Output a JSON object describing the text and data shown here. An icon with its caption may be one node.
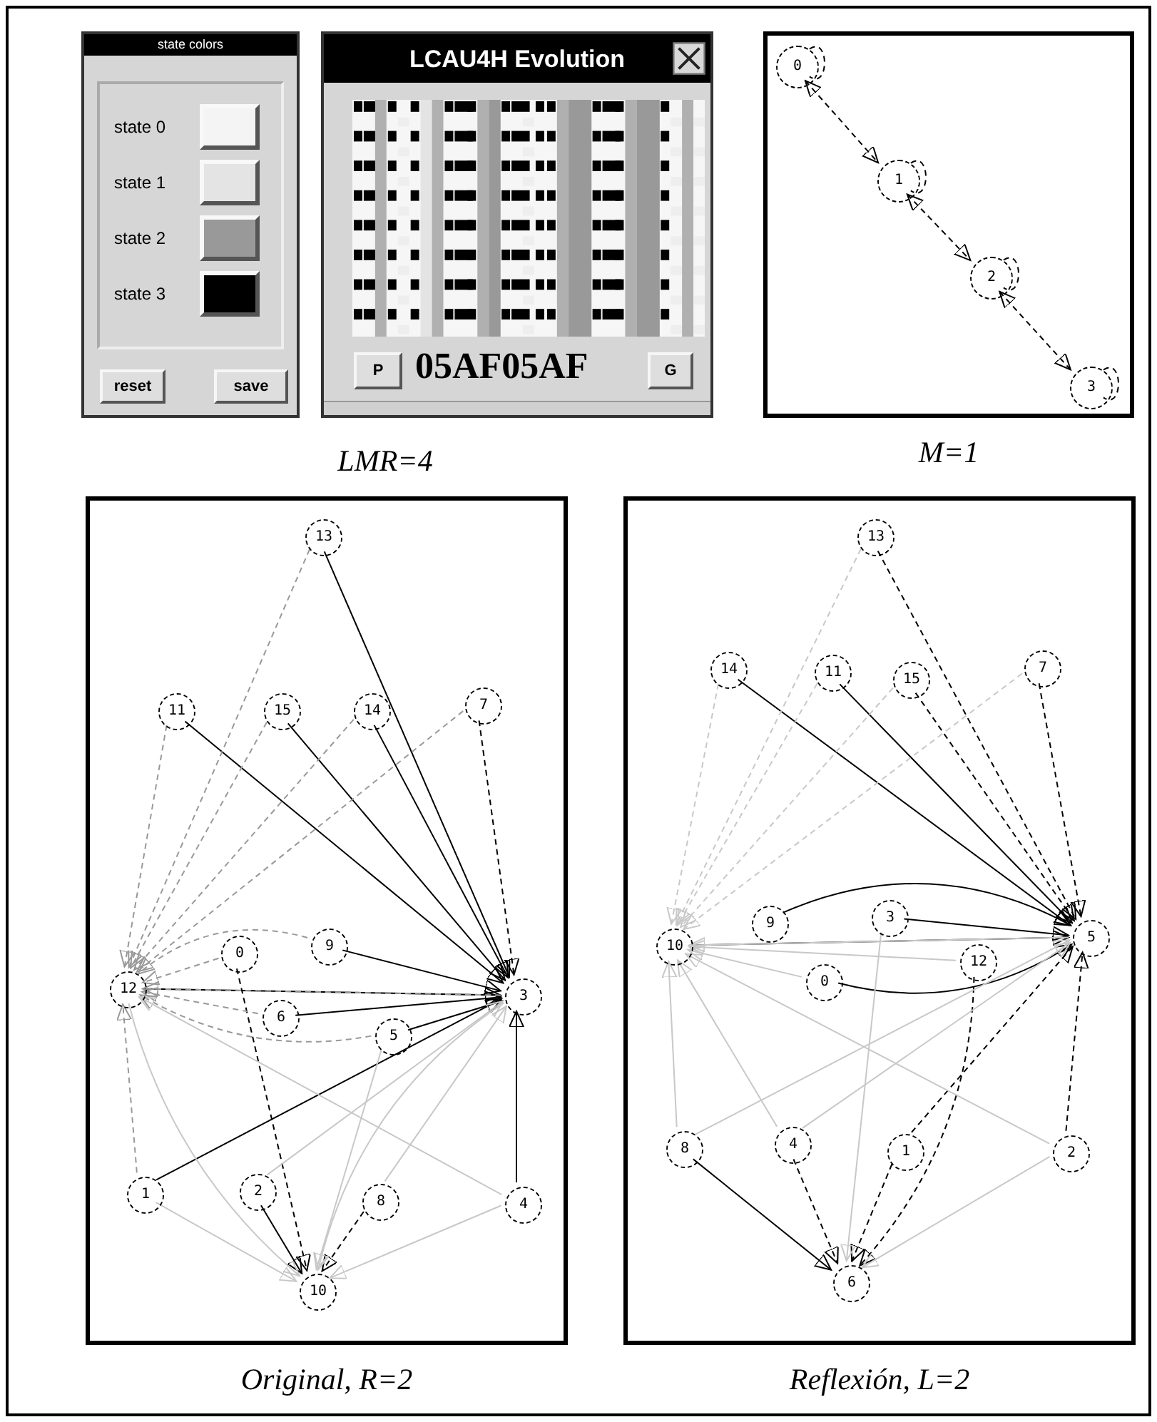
{
  "diagram": {
    "nodes": [
      {
        "text": [
          "state colors"
        ]
      },
      {
        "text": [
          "reset"
        ],
        "in": 0
      },
      {
        "text": [
          "save"
        ],
        "in": 0
      },
      {
        "text": [
          "LCAU4H Evolution"
        ]
      },
      {
        "text": [
          "P"
        ],
        "in": 3
      },
      {
        "text": [
          "G"
        ],
        "in": 3
      },
      {
        "text": [],
        "shape": "box",
        "beside": [
          "M=1"
        ]
      },
      {
        "text": [
          "0"
        ],
        "in": 6
      },
      {
        "text": [
          "1"
        ],
        "in": 6
      },
      {
        "text": [
          "2"
        ],
        "in": 6
      },
      {
        "text": [
          "3"
        ],
        "in": 6
      },
      {
        "text": [],
        "shape": "box",
        "beside": [
          "Original, R=2"
        ]
      },
      {
        "text": [
          "13"
        ],
        "in": 11
      },
      {
        "text": [
          "11"
        ],
        "in": 11
      },
      {
        "text": [
          "15"
        ],
        "in": 11
      },
      {
        "text": [
          "14"
        ],
        "in": 11
      },
      {
        "text": [
          "7"
        ],
        "in": 11
      },
      {
        "text": [
          "12"
        ],
        "in": 11
      },
      {
        "text": [
          "0"
        ],
        "in": 11
      },
      {
        "text": [
          "9"
        ],
        "in": 11
      },
      {
        "text": [
          "6"
        ],
        "in": 11
      },
      {
        "text": [
          "5"
        ],
        "in": 11
      },
      {
        "text": [
          "3"
        ],
        "in": 11
      },
      {
        "text": [
          "1"
        ],
        "in": 11
      },
      {
        "text": [
          "2"
        ],
        "in": 11
      },
      {
        "text": [
          "8"
        ],
        "in": 11
      },
      {
        "text": [
          "4"
        ],
        "in": 11
      },
      {
        "text": [
          "10"
        ],
        "in": 11
      },
      {
        "text": [],
        "shape": "box",
        "beside": [
          "Reflexión, L=2"
        ]
      },
      {
        "text": [
          "13"
        ],
        "in": 28
      },
      {
        "text": [
          "14"
        ],
        "in": 28
      },
      {
        "text": [
          "11"
        ],
        "in": 28
      },
      {
        "text": [
          "15"
        ],
        "in": 28
      },
      {
        "text": [
          "7"
        ],
        "in": 28
      },
      {
        "text": [
          "10"
        ],
        "in": 28
      },
      {
        "text": [
          "9"
        ],
        "in": 28
      },
      {
        "text": [
          "3"
        ],
        "in": 28
      },
      {
        "text": [
          "0"
        ],
        "in": 28
      },
      {
        "text": [
          "5"
        ],
        "in": 28
      },
      {
        "text": [
          "12"
        ],
        "in": 28
      },
      {
        "text": [
          "8"
        ],
        "in": 28
      },
      {
        "text": [
          "4"
        ],
        "in": 28
      },
      {
        "text": [
          "1"
        ],
        "in": 28
      },
      {
        "text": [
          "2"
        ],
        "in": 28
      },
      {
        "text": [
          "6"
        ],
        "in": 28
      }
    ],
    "edges": [
      {
        "from": 7,
        "to": 8,
        "arrow": "both",
        "style": "dashed"
      },
      {
        "from": 8,
        "to": 9,
        "arrow": "both",
        "style": "dashed"
      },
      {
        "from": 9,
        "to": 10,
        "arrow": "both",
        "style": "dashed"
      },
      {
        "from": 7,
        "to": 7,
        "arrow": "none",
        "style": "dashed"
      },
      {
        "from": 8,
        "to": 8,
        "arrow": "none",
        "style": "dashed"
      },
      {
        "from": 9,
        "to": 9,
        "arrow": "none",
        "style": "dashed"
      },
      {
        "from": 10,
        "to": 10,
        "arrow": "none",
        "style": "dashed"
      },
      {
        "from": 12,
        "to": 22,
        "arrow": "to"
      },
      {
        "from": 13,
        "to": 22,
        "arrow": "to"
      },
      {
        "from": 14,
        "to": 22,
        "arrow": "to"
      },
      {
        "from": 15,
        "to": 22,
        "arrow": "to"
      },
      {
        "from": 16,
        "to": 22,
        "arrow": "to",
        "style": "dashed"
      },
      {
        "from": 17,
        "to": 22,
        "arrow": "to"
      },
      {
        "from": 19,
        "to": 22,
        "arrow": "to"
      },
      {
        "from": 20,
        "to": 22,
        "arrow": "to"
      },
      {
        "from": 21,
        "to": 22,
        "arrow": "to"
      },
      {
        "from": 23,
        "to": 22,
        "arrow": "to"
      },
      {
        "from": 26,
        "to": 22,
        "arrow": "to"
      },
      {
        "from": 18,
        "to": 27,
        "arrow": "to",
        "style": "dashed"
      },
      {
        "from": 24,
        "to": 27,
        "arrow": "to"
      },
      {
        "from": 25,
        "to": 27,
        "arrow": "to",
        "style": "dashed"
      },
      {
        "from": 12,
        "to": 17,
        "arrow": "to",
        "style": "dashed",
        "color": "#999999"
      },
      {
        "from": 13,
        "to": 17,
        "arrow": "to",
        "style": "dashed",
        "color": "#999999"
      },
      {
        "from": 14,
        "to": 17,
        "arrow": "to",
        "style": "dashed",
        "color": "#999999"
      },
      {
        "from": 15,
        "to": 17,
        "arrow": "to",
        "style": "dashed",
        "color": "#999999"
      },
      {
        "from": 16,
        "to": 17,
        "arrow": "to",
        "style": "dashed",
        "color": "#999999"
      },
      {
        "from": 18,
        "to": 17,
        "arrow": "to",
        "style": "dashed",
        "color": "#999999"
      },
      {
        "from": 19,
        "to": 17,
        "arrow": "to",
        "style": "dashed",
        "color": "#999999"
      },
      {
        "from": 20,
        "to": 17,
        "arrow": "to",
        "style": "dashed",
        "color": "#999999"
      },
      {
        "from": 21,
        "to": 17,
        "arrow": "to",
        "style": "dashed",
        "color": "#999999"
      },
      {
        "from": 22,
        "to": 17,
        "arrow": "to",
        "style": "dashed",
        "color": "#999999"
      },
      {
        "from": 23,
        "to": 17,
        "arrow": "to",
        "style": "dashed",
        "color": "#999999"
      },
      {
        "from": 17,
        "to": 27,
        "arrow": "to",
        "color": "#c8c8c8"
      },
      {
        "from": 23,
        "to": 27,
        "arrow": "to",
        "color": "#c8c8c8"
      },
      {
        "from": 26,
        "to": 27,
        "arrow": "to",
        "color": "#c8c8c8"
      },
      {
        "from": 22,
        "to": 27,
        "arrow": "to",
        "color": "#c8c8c8"
      },
      {
        "from": 21,
        "to": 27,
        "arrow": "to",
        "color": "#c8c8c8"
      },
      {
        "from": 25,
        "to": 22,
        "arrow": "to",
        "color": "#c8c8c8"
      },
      {
        "from": 24,
        "to": 22,
        "arrow": "to",
        "color": "#c8c8c8"
      },
      {
        "from": 26,
        "to": 17,
        "arrow": "to",
        "color": "#c8c8c8"
      },
      {
        "from": 29,
        "to": 38,
        "arrow": "to",
        "style": "dashed"
      },
      {
        "from": 30,
        "to": 38,
        "arrow": "to"
      },
      {
        "from": 31,
        "to": 38,
        "arrow": "to"
      },
      {
        "from": 32,
        "to": 38,
        "arrow": "to",
        "style": "dashed"
      },
      {
        "from": 33,
        "to": 38,
        "arrow": "to",
        "style": "dashed"
      },
      {
        "from": 34,
        "to": 38,
        "arrow": "to"
      },
      {
        "from": 35,
        "to": 38,
        "arrow": "to"
      },
      {
        "from": 36,
        "to": 38,
        "arrow": "to"
      },
      {
        "from": 37,
        "to": 38,
        "arrow": "to"
      },
      {
        "from": 42,
        "to": 38,
        "arrow": "to",
        "style": "dashed"
      },
      {
        "from": 43,
        "to": 38,
        "arrow": "to",
        "style": "dashed"
      },
      {
        "from": 40,
        "to": 44,
        "arrow": "to"
      },
      {
        "from": 41,
        "to": 44,
        "arrow": "to",
        "style": "dashed"
      },
      {
        "from": 39,
        "to": 44,
        "arrow": "to",
        "style": "dashed"
      },
      {
        "from": 42,
        "to": 44,
        "arrow": "to",
        "style": "dashed"
      },
      {
        "from": 29,
        "to": 34,
        "arrow": "to",
        "style": "dashed",
        "color": "#c8c8c8"
      },
      {
        "from": 30,
        "to": 34,
        "arrow": "to",
        "style": "dashed",
        "color": "#c8c8c8"
      },
      {
        "from": 31,
        "to": 34,
        "arrow": "to",
        "style": "dashed",
        "color": "#c8c8c8"
      },
      {
        "from": 32,
        "to": 34,
        "arrow": "to",
        "style": "dashed",
        "color": "#c8c8c8"
      },
      {
        "from": 33,
        "to": 34,
        "arrow": "to",
        "style": "dashed",
        "color": "#c8c8c8"
      },
      {
        "from": 40,
        "to": 34,
        "arrow": "to",
        "color": "#c8c8c8"
      },
      {
        "from": 36,
        "to": 44,
        "arrow": "to",
        "color": "#c8c8c8"
      },
      {
        "from": 43,
        "to": 44,
        "arrow": "to",
        "color": "#c8c8c8"
      },
      {
        "from": 43,
        "to": 34,
        "arrow": "to",
        "color": "#c8c8c8"
      },
      {
        "from": 41,
        "to": 38,
        "arrow": "to",
        "color": "#c8c8c8"
      },
      {
        "from": 40,
        "to": 38,
        "arrow": "to",
        "color": "#c8c8c8"
      },
      {
        "from": 41,
        "to": 34,
        "arrow": "to",
        "color": "#c8c8c8"
      },
      {
        "from": 39,
        "to": 34,
        "arrow": "to",
        "color": "#c8c8c8"
      },
      {
        "from": 38,
        "to": 34,
        "arrow": "to",
        "color": "#c8c8c8"
      },
      {
        "from": 37,
        "to": 34,
        "arrow": "to",
        "color": "#c8c8c8"
      }
    ],
    "labels": [
      "05AF05AF",
      "LMR=4"
    ],
    "legend": [
      {
        "text": "state 0",
        "color": "#f4f4f4"
      },
      {
        "text": "state 1",
        "color": "#e4e4e4"
      },
      {
        "text": "state 2",
        "color": "#999999"
      },
      {
        "text": "state 3",
        "color": "#000000"
      }
    ]
  }
}
